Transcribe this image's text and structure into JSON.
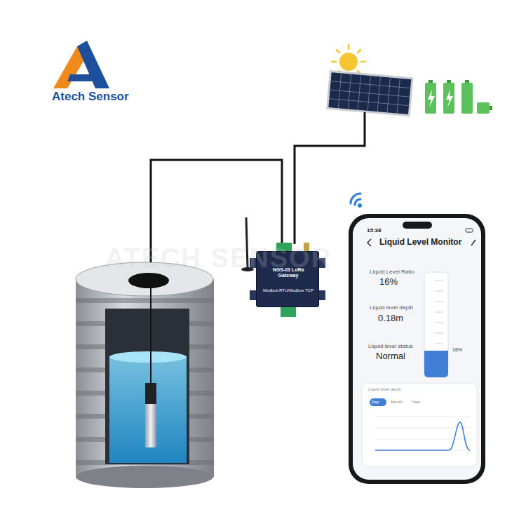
{
  "diagram": {
    "nodes": [
      {
        "text": [
          "NGS-03 LoRa Gateway",
          "Modbus RTU/Modbus TCP"
        ]
      },
      {
        "text": [
          "15:38",
          "Liquid Level Monitor",
          "Liquid Level Ratio",
          "16%",
          "Liquid level depth",
          "0.18m",
          "Liquid level status",
          "Normal",
          "16%",
          "Liquid level depth",
          "Day",
          "Month",
          "Year"
        ]
      }
    ],
    "labels": [
      "Atech Sensor",
      "ATECH SENSOR"
    ]
  }
}
